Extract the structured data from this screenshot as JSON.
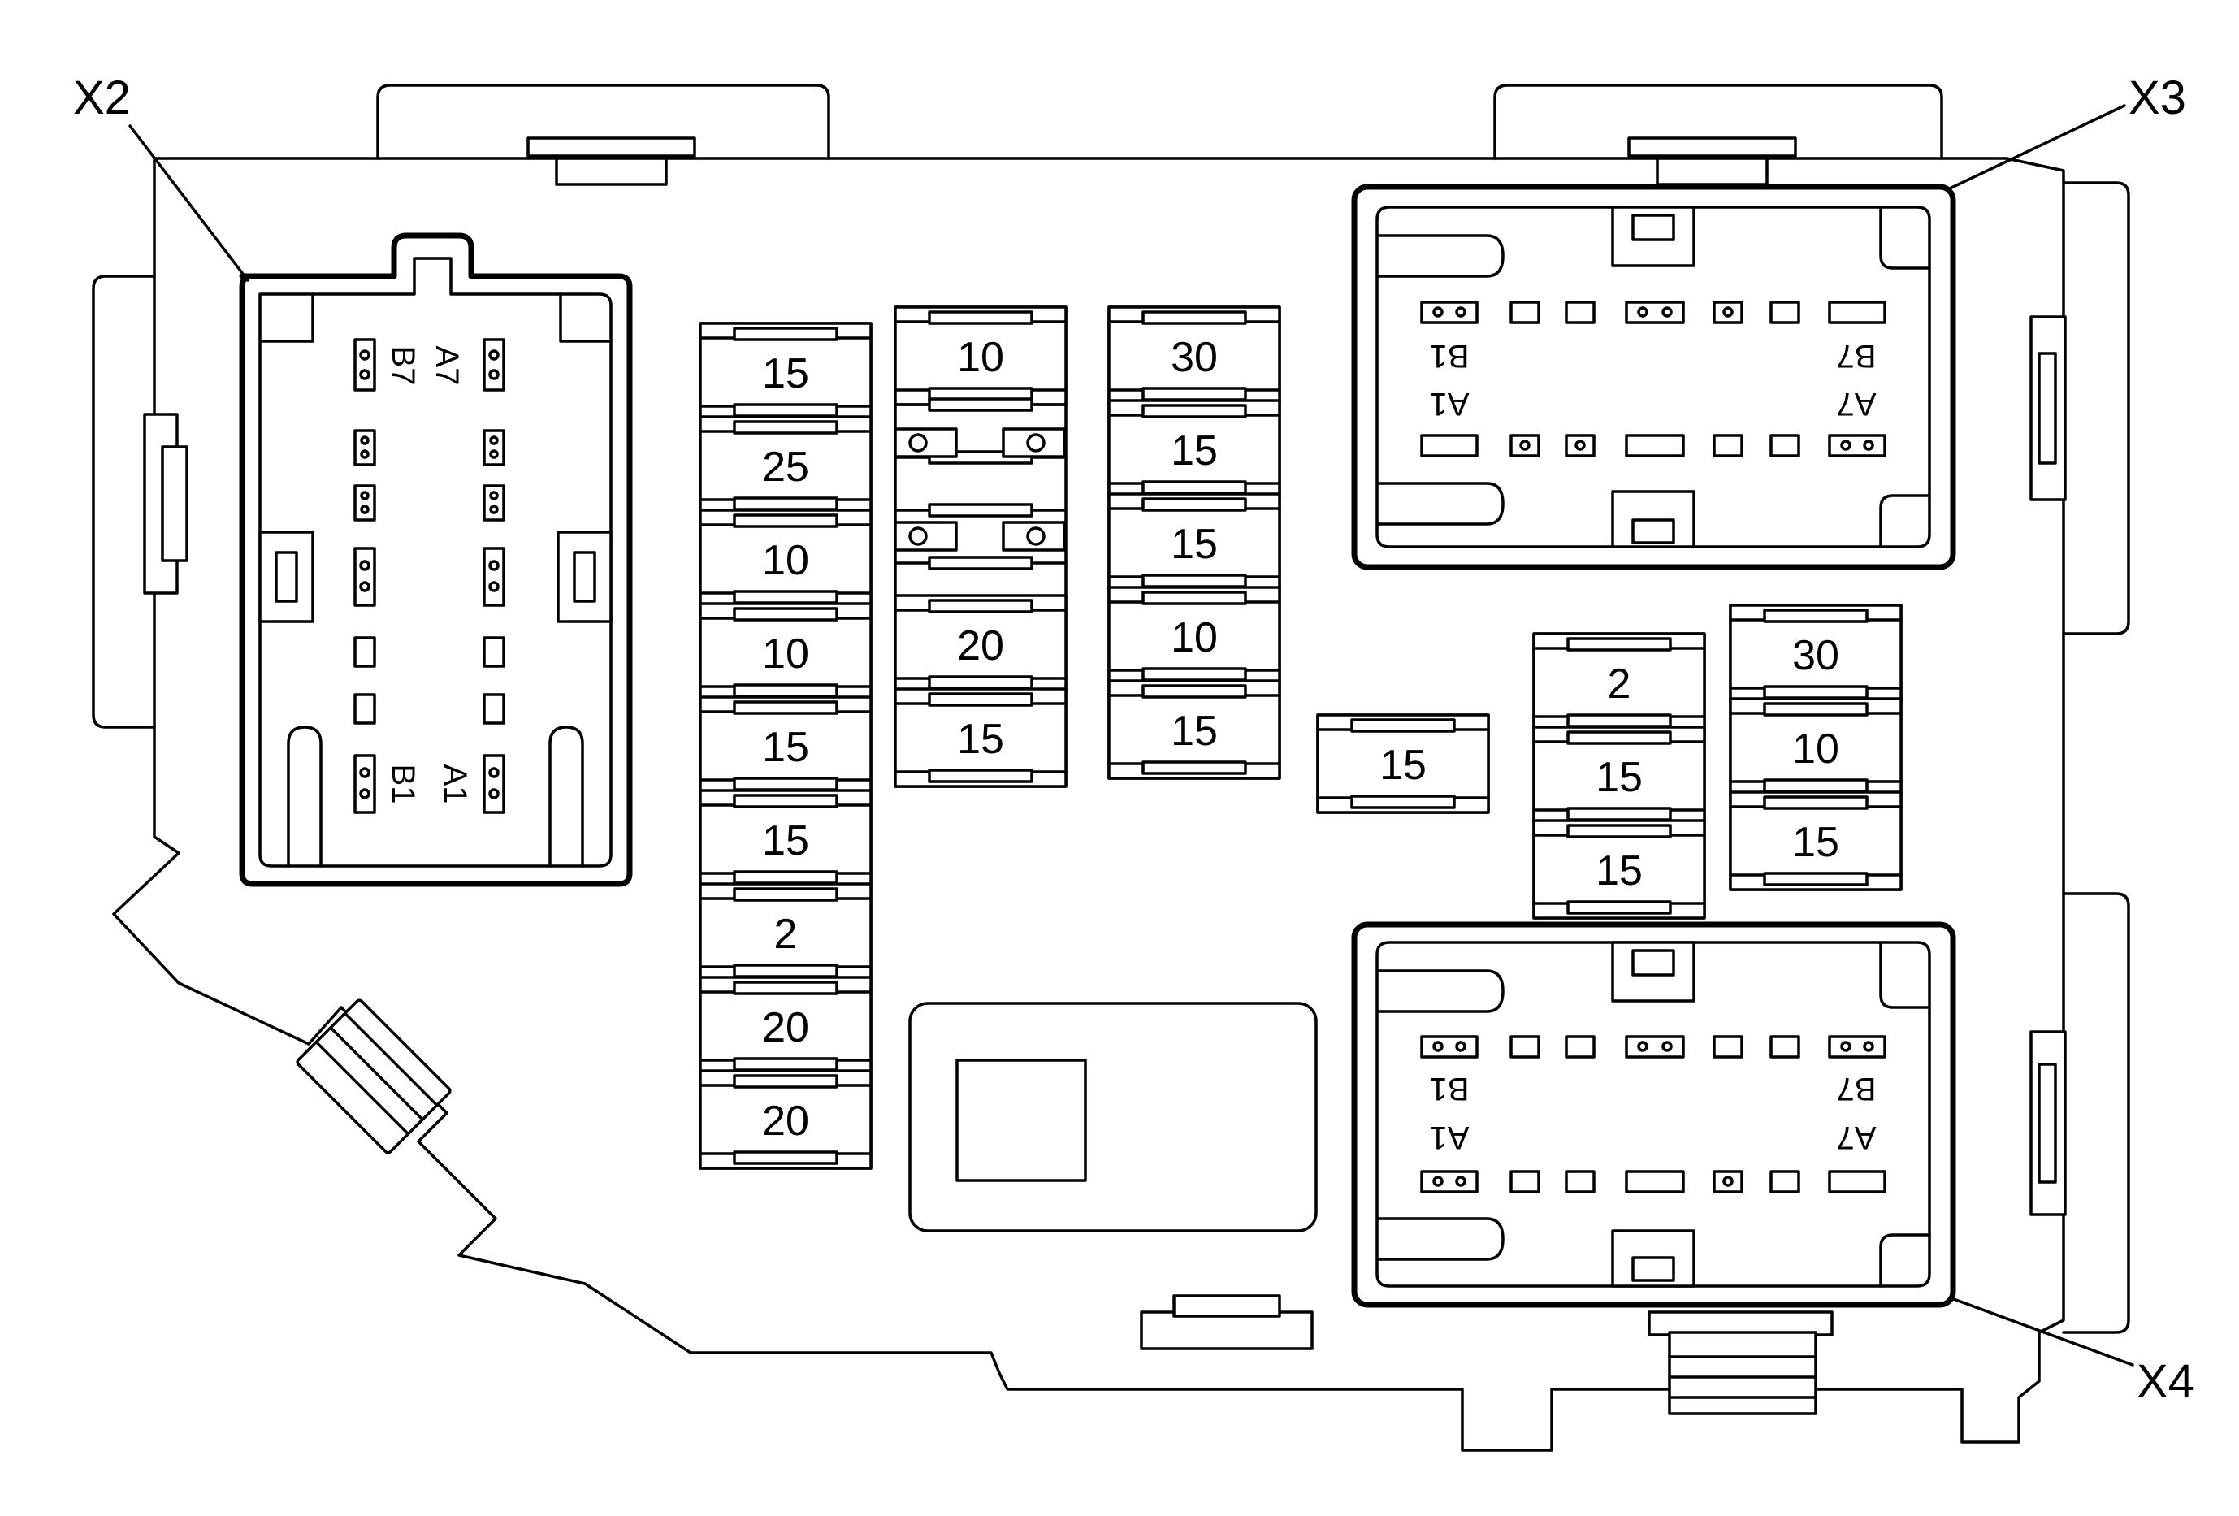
{
  "connectors": {
    "x2": {
      "label": "X2",
      "pin_a7": "A7",
      "pin_b7": "B7",
      "pin_a1": "A1",
      "pin_b1": "B1"
    },
    "x3": {
      "label": "X3",
      "pin_b1": "B1",
      "pin_b7": "B7",
      "pin_a1": "A1",
      "pin_a7": "A7"
    },
    "x4": {
      "label": "X4",
      "pin_b1": "B1",
      "pin_b7": "B7",
      "pin_a1": "A1",
      "pin_a7": "A7"
    }
  },
  "fuse_block_1": [
    "15",
    "25",
    "10",
    "10",
    "15",
    "15",
    "2",
    "20",
    "20"
  ],
  "fuse_block_2": [
    "10",
    "20",
    "15"
  ],
  "fuse_block_3": [
    "30",
    "15",
    "15",
    "10",
    "15"
  ],
  "fuse_single": [
    "15"
  ],
  "fuse_block_4": [
    "2",
    "15",
    "15"
  ],
  "fuse_block_5": [
    "30",
    "10",
    "15"
  ]
}
